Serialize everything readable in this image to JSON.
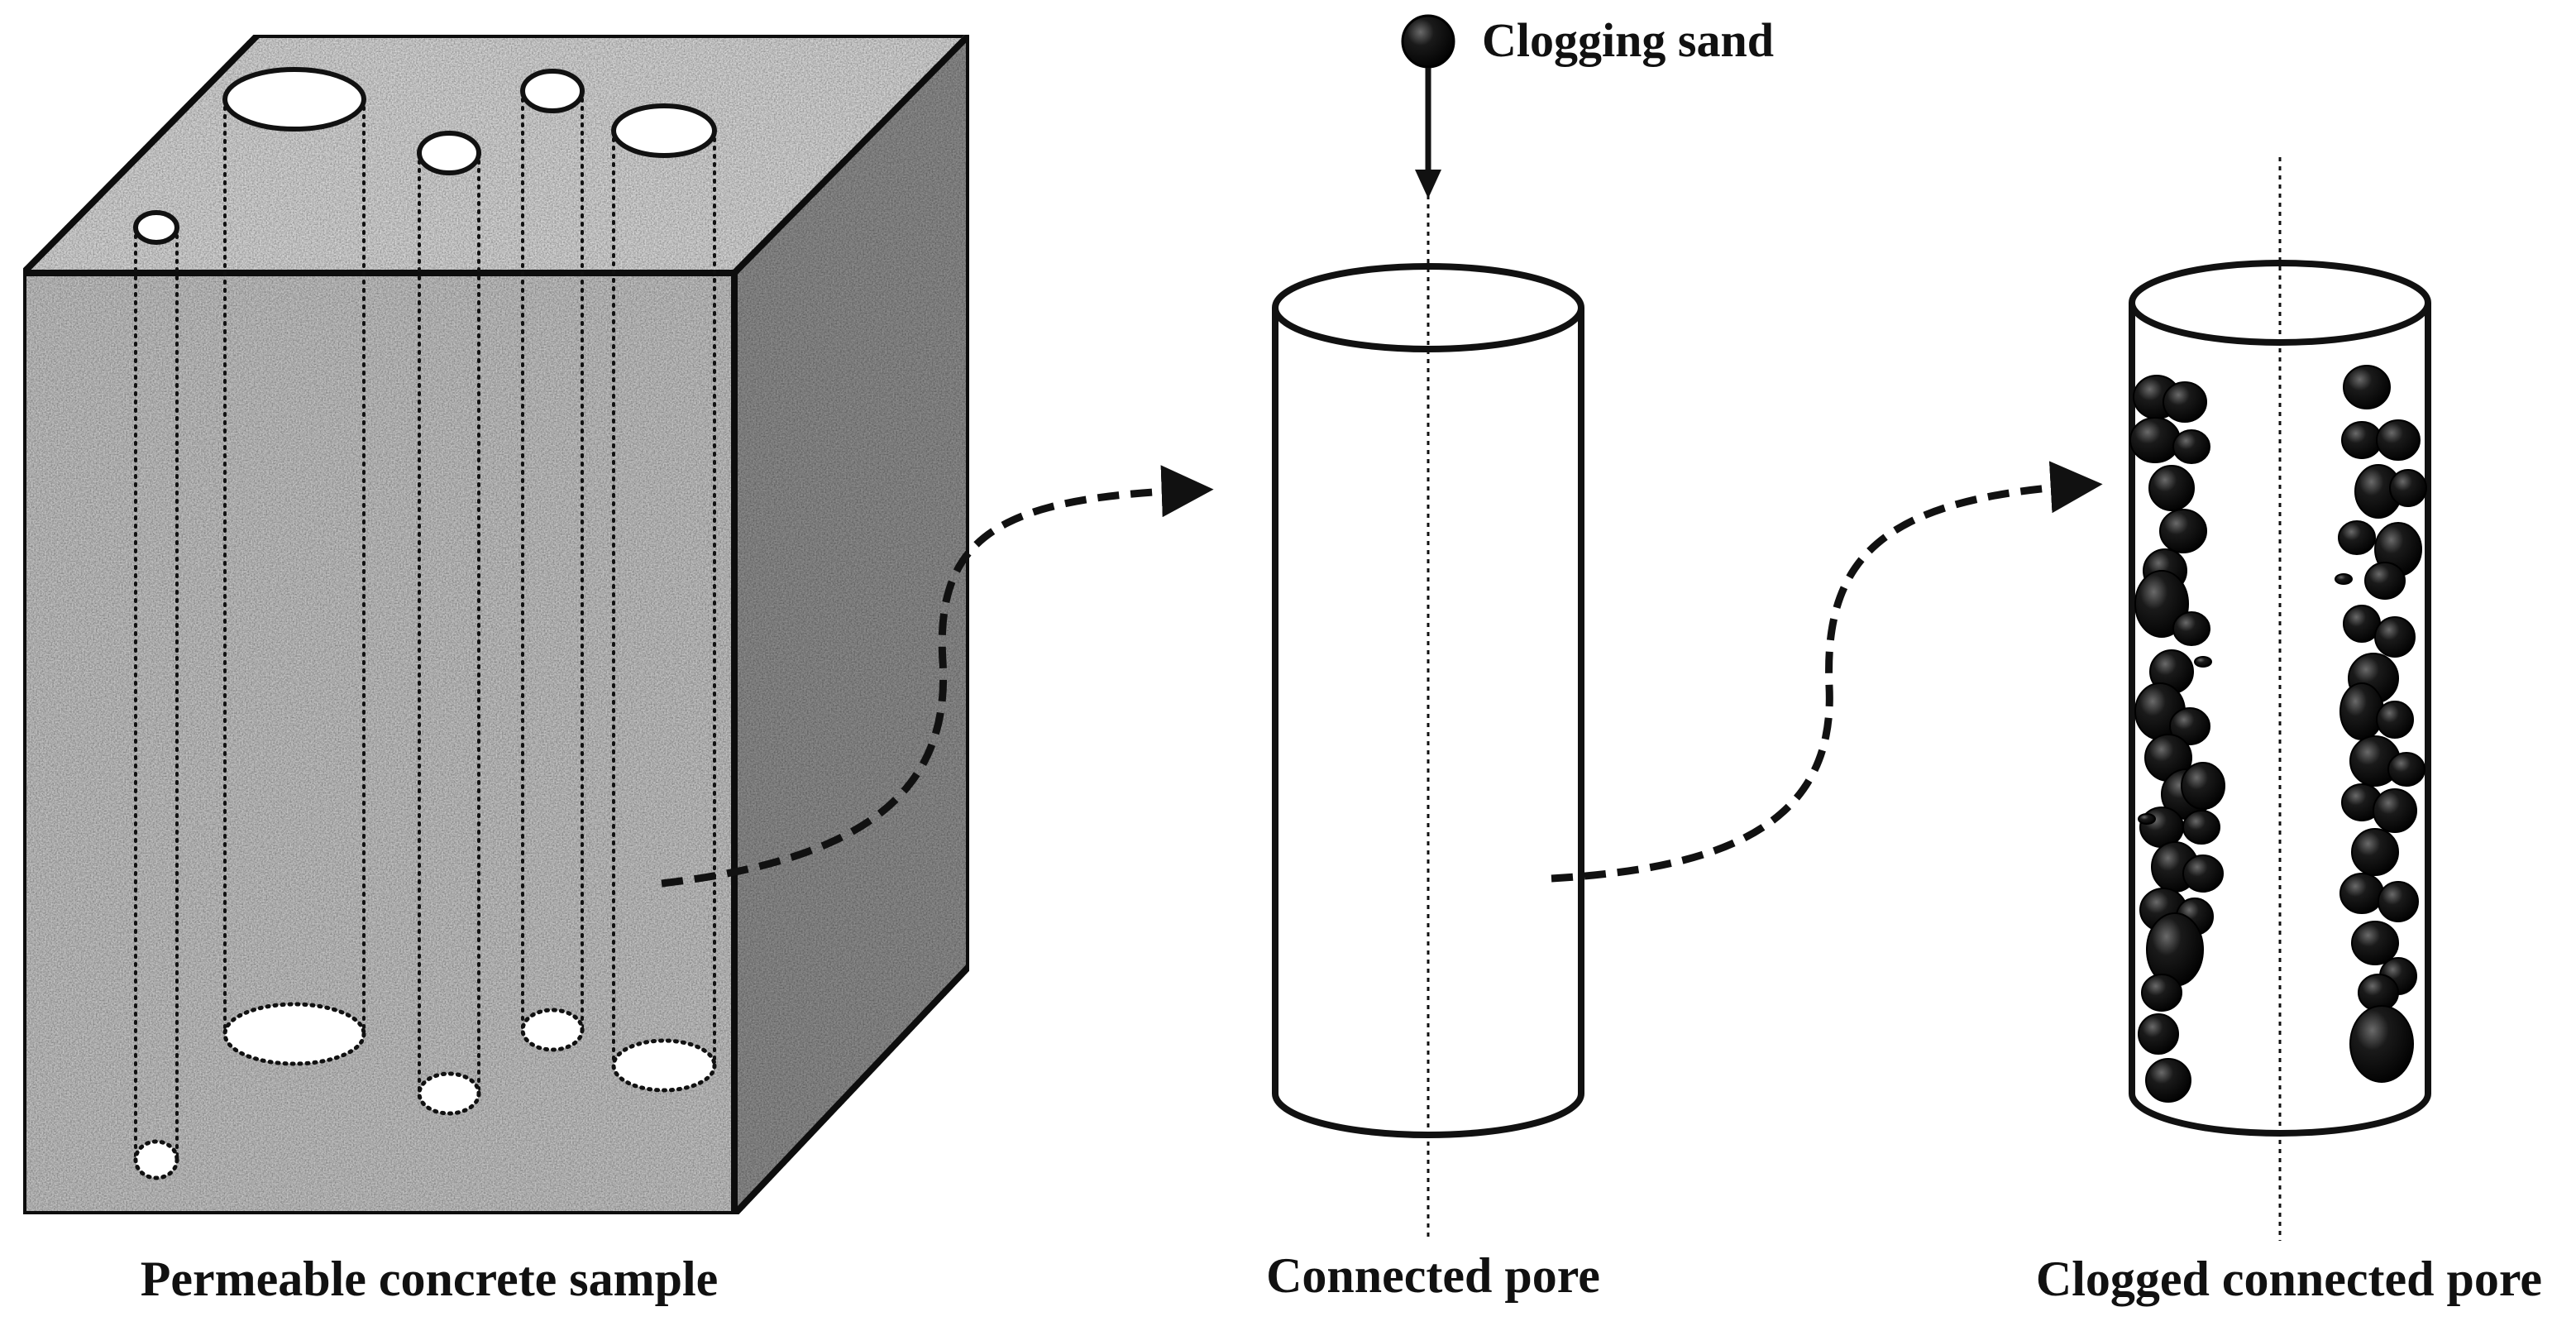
{
  "labels": {
    "sample": "Permeable concrete sample",
    "connected_pore": "Connected pore",
    "clogged_pore": "Clogged connected pore",
    "clogging_sand": "Clogging sand"
  },
  "colors": {
    "stroke": "#111111",
    "concrete_front": "#c4c4c4",
    "concrete_top": "#d8d8d8",
    "concrete_side": "#8e8e8e",
    "sand_particle": "#0a0a0a"
  }
}
